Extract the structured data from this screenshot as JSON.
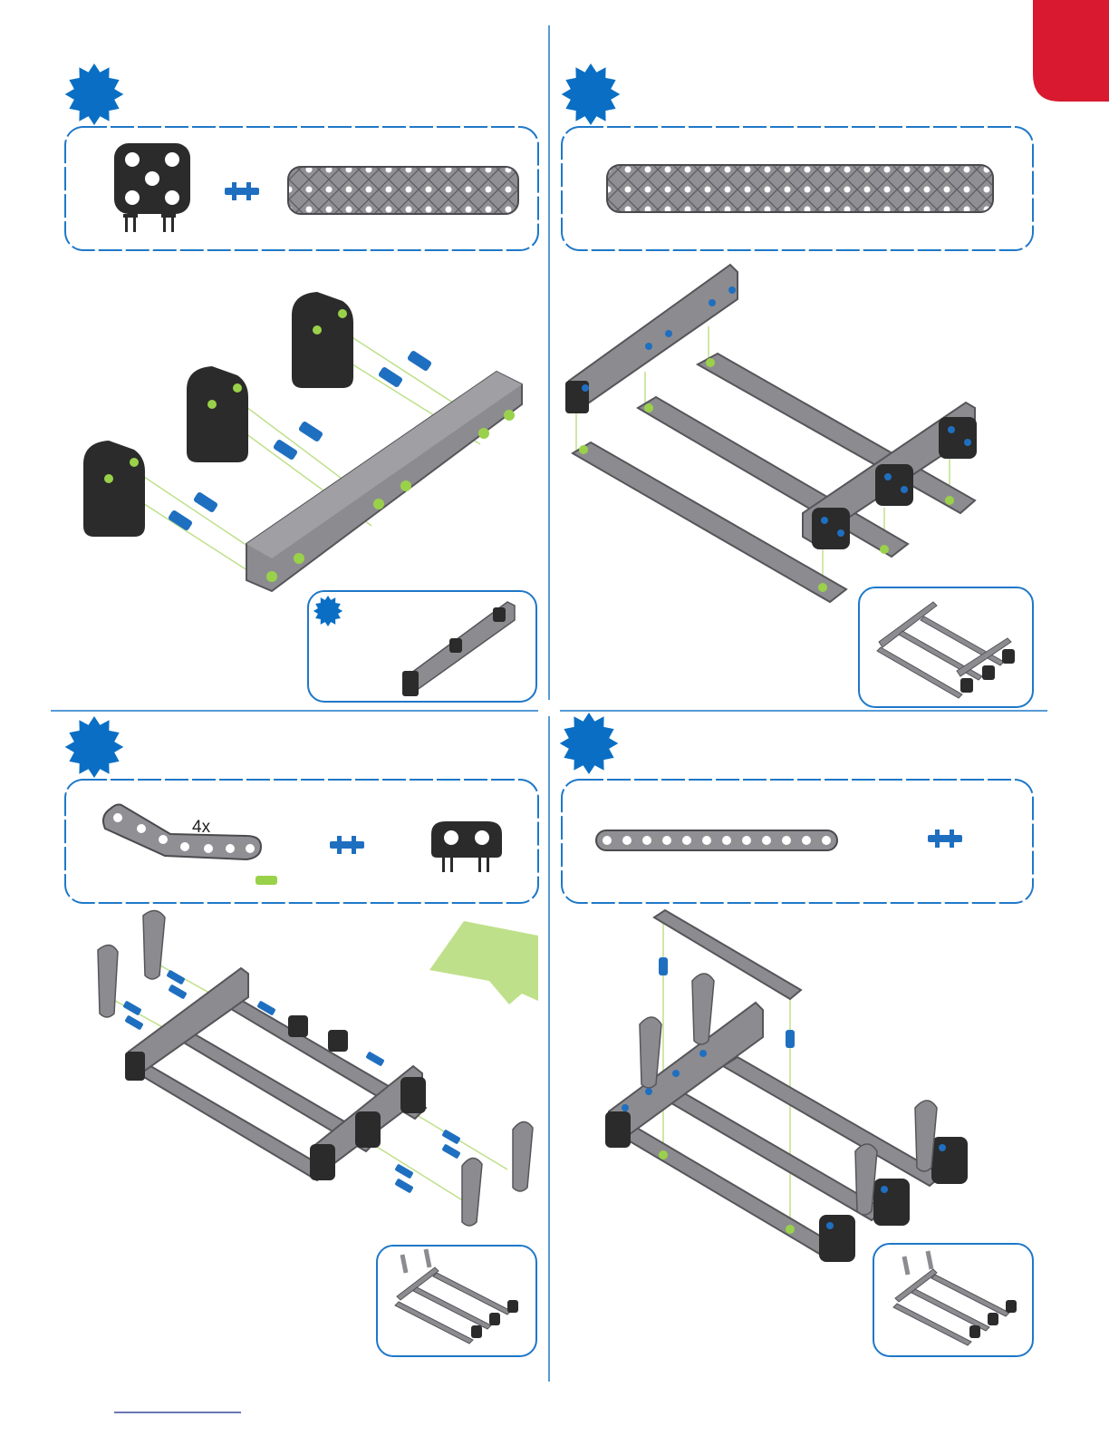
{
  "colors": {
    "step_badge": "#0a6fc4",
    "frame_border": "#1f78c8",
    "corner_tab": "#d8192f",
    "connector": "#1f6fc0",
    "highlight_hole": "#9ad14a",
    "guide_line": "#bfe08a",
    "beam": "#8c8c90",
    "beam_dark": "#5a5a5e",
    "corner_block": "#2b2b2b",
    "page_mark": "#3a4a9a"
  },
  "icons": [
    "step-burst-icon",
    "corner-tab-icon"
  ],
  "steps": [
    {
      "name": "step-1",
      "parts": [
        {
          "name": "corner-connector",
          "qty": ""
        },
        {
          "name": "standoff-pin",
          "qty": ""
        },
        {
          "name": "beam-2x12",
          "qty": ""
        }
      ]
    },
    {
      "name": "step-2",
      "parts": [
        {
          "name": "beam-2x20",
          "qty": ""
        }
      ]
    },
    {
      "name": "step-3",
      "parts": [
        {
          "name": "angle-beam",
          "qty": "4x"
        },
        {
          "name": "standoff-pin",
          "qty": ""
        },
        {
          "name": "double-corner-connector",
          "qty": ""
        }
      ]
    },
    {
      "name": "step-4",
      "parts": [
        {
          "name": "beam-1x12",
          "qty": ""
        },
        {
          "name": "standoff-pin",
          "qty": ""
        }
      ]
    }
  ]
}
